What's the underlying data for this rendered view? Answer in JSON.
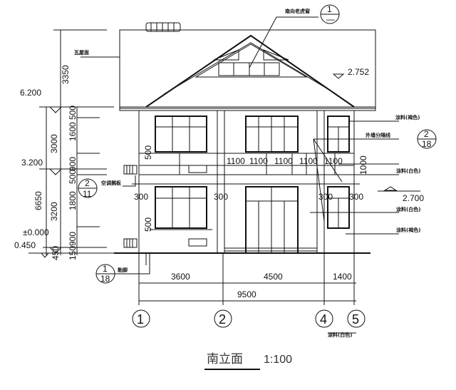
{
  "title": {
    "name": "南立面",
    "scale": "1:100"
  },
  "annotations": {
    "dormer": "南向老虎窗",
    "tile_roof": "瓦屋面",
    "ac_shelf": "空调搁板",
    "paint_brown_1": "涂料(褐色)",
    "wall_divider": "外墙分隔线",
    "paint_white_1": "涂料(白色)",
    "paint_white_2": "涂料(白色)",
    "paint_brown_2": "涂料(褐色)",
    "plinth": "勒脚",
    "paint_white_3": "涂料(白色)"
  },
  "detail_refs": {
    "dormer": {
      "top": "1",
      "bottom": "—"
    },
    "wall_divider": {
      "top": "2",
      "bottom": "18"
    },
    "ac_shelf": {
      "top": "2",
      "bottom": "11"
    },
    "plinth": {
      "top": "1",
      "bottom": "18"
    }
  },
  "elevations": {
    "roof": "6.200",
    "second_floor": "3.200",
    "ground": "±0.000",
    "outdoor": "0.450",
    "right": "2.700",
    "roof_peak": "2.752"
  },
  "vertical_dims": {
    "overall": [
      "3350",
      "6650"
    ],
    "floors": [
      "3000",
      "3200"
    ],
    "detail": [
      "500",
      "1600",
      "900",
      "500",
      "1800",
      "900",
      "450",
      "150"
    ]
  },
  "horizontal_dims": {
    "bays": [
      "3600",
      "4500",
      "1400"
    ],
    "total": "9500",
    "balcony": [
      "1100",
      "1100",
      "1100",
      "1100",
      "1100"
    ],
    "pier_left": "300",
    "pier_mid": "300",
    "pier_right": "300",
    "pier_right2": "300",
    "rail_h": "1000"
  },
  "axes": [
    "1",
    "2",
    "4",
    "5"
  ]
}
